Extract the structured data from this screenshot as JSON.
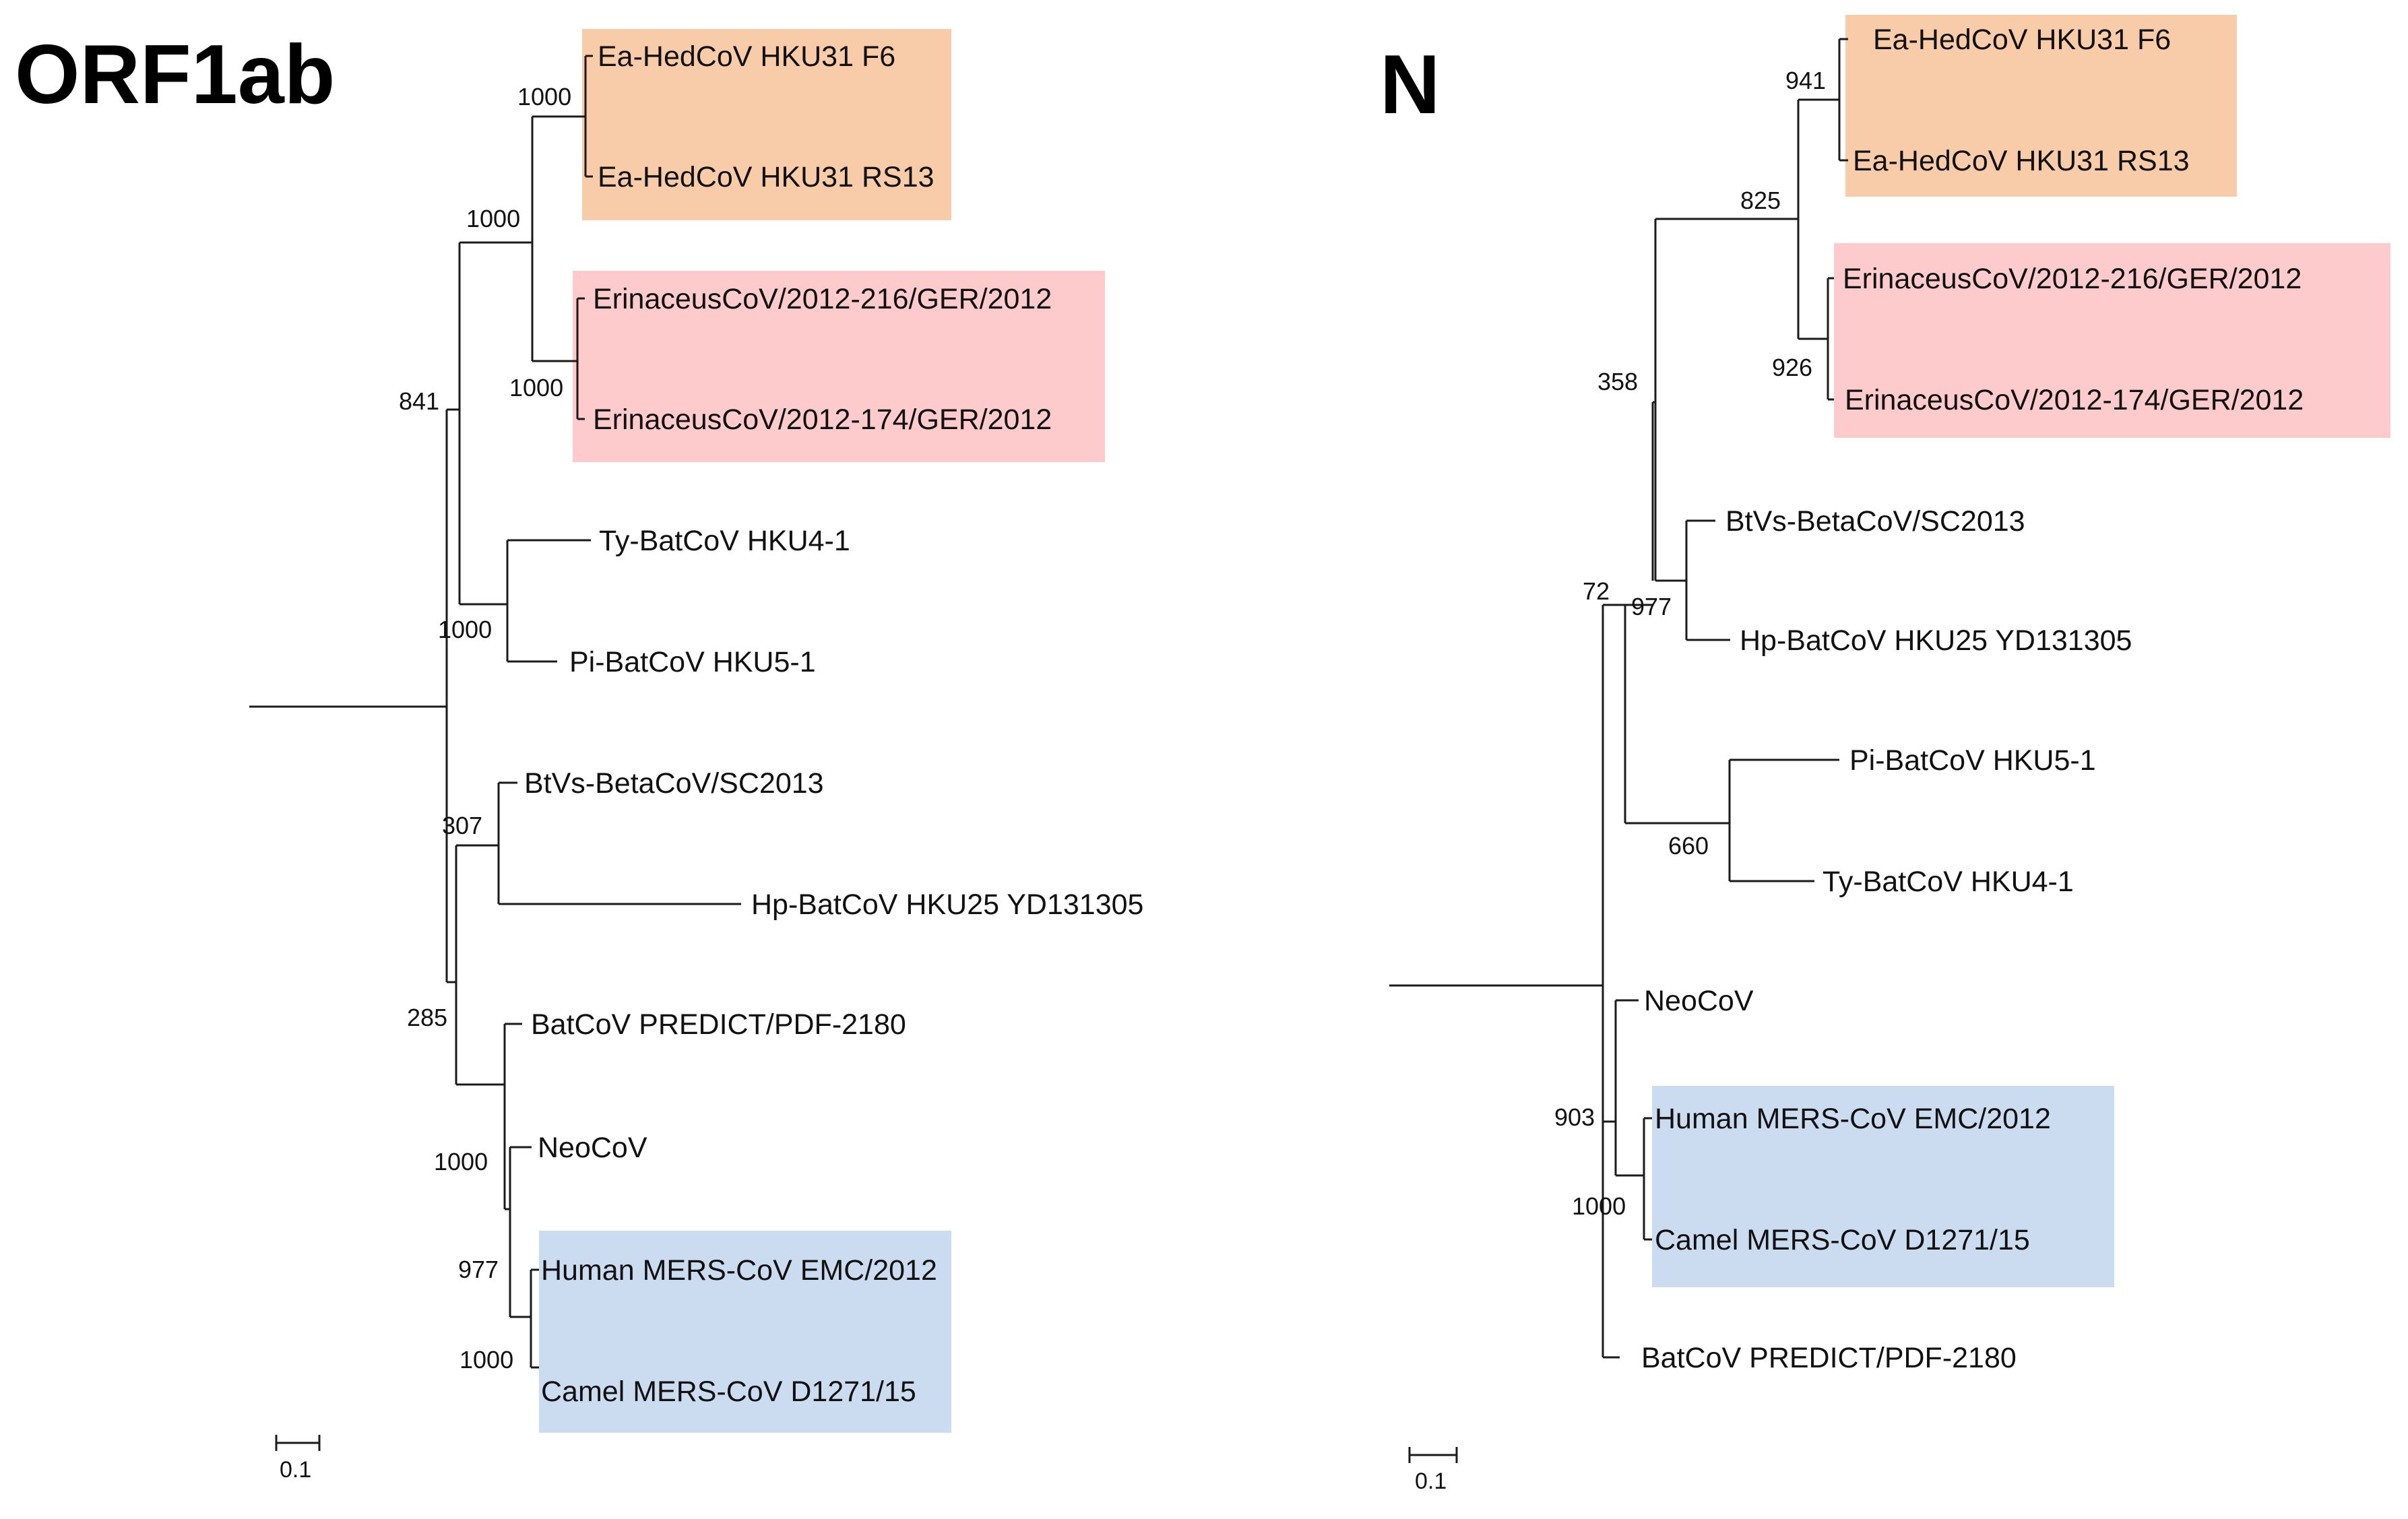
{
  "panels": [
    {
      "title": "ORF1ab",
      "scale_label": "0.1",
      "highlights": [
        {
          "name": "orange",
          "color": "#f8cba9"
        },
        {
          "name": "red",
          "color": "#fecbcc"
        },
        {
          "name": "blue",
          "color": "#ccdcf0"
        }
      ],
      "taxa": [
        "Ea-HedCoV HKU31 F6",
        "Ea-HedCoV HKU31 RS13",
        "ErinaceusCoV/2012-216/GER/2012",
        "ErinaceusCoV/2012-174/GER/2012",
        "Ty-BatCoV HKU4-1",
        "Pi-BatCoV HKU5-1",
        "BtVs-BetaCoV/SC2013",
        "Hp-BatCoV HKU25 YD131305",
        "BatCoV PREDICT/PDF-2180",
        "NeoCoV",
        "Human MERS-CoV EMC/2012",
        "Camel MERS-CoV D1271/15"
      ],
      "bootstrap": [
        "1000",
        "1000",
        "1000",
        "841",
        "1000",
        "307",
        "285",
        "1000",
        "977",
        "1000"
      ]
    },
    {
      "title": "N",
      "scale_label": "0.1",
      "highlights": [
        {
          "name": "orange",
          "color": "#f8cba9"
        },
        {
          "name": "red",
          "color": "#fecbcc"
        },
        {
          "name": "blue",
          "color": "#ccdcf0"
        }
      ],
      "taxa": [
        "Ea-HedCoV HKU31 F6",
        "Ea-HedCoV HKU31 RS13",
        "ErinaceusCoV/2012-216/GER/2012",
        "ErinaceusCoV/2012-174/GER/2012",
        "BtVs-BetaCoV/SC2013",
        "Hp-BatCoV HKU25 YD131305",
        "Pi-BatCoV HKU5-1",
        "Ty-BatCoV HKU4-1",
        "NeoCoV",
        "Human MERS-CoV EMC/2012",
        "Camel MERS-CoV D1271/15",
        "BatCoV PREDICT/PDF-2180"
      ],
      "bootstrap": [
        "941",
        "825",
        "926",
        "358",
        "977",
        "72",
        "660",
        "903",
        "1000"
      ]
    }
  ]
}
